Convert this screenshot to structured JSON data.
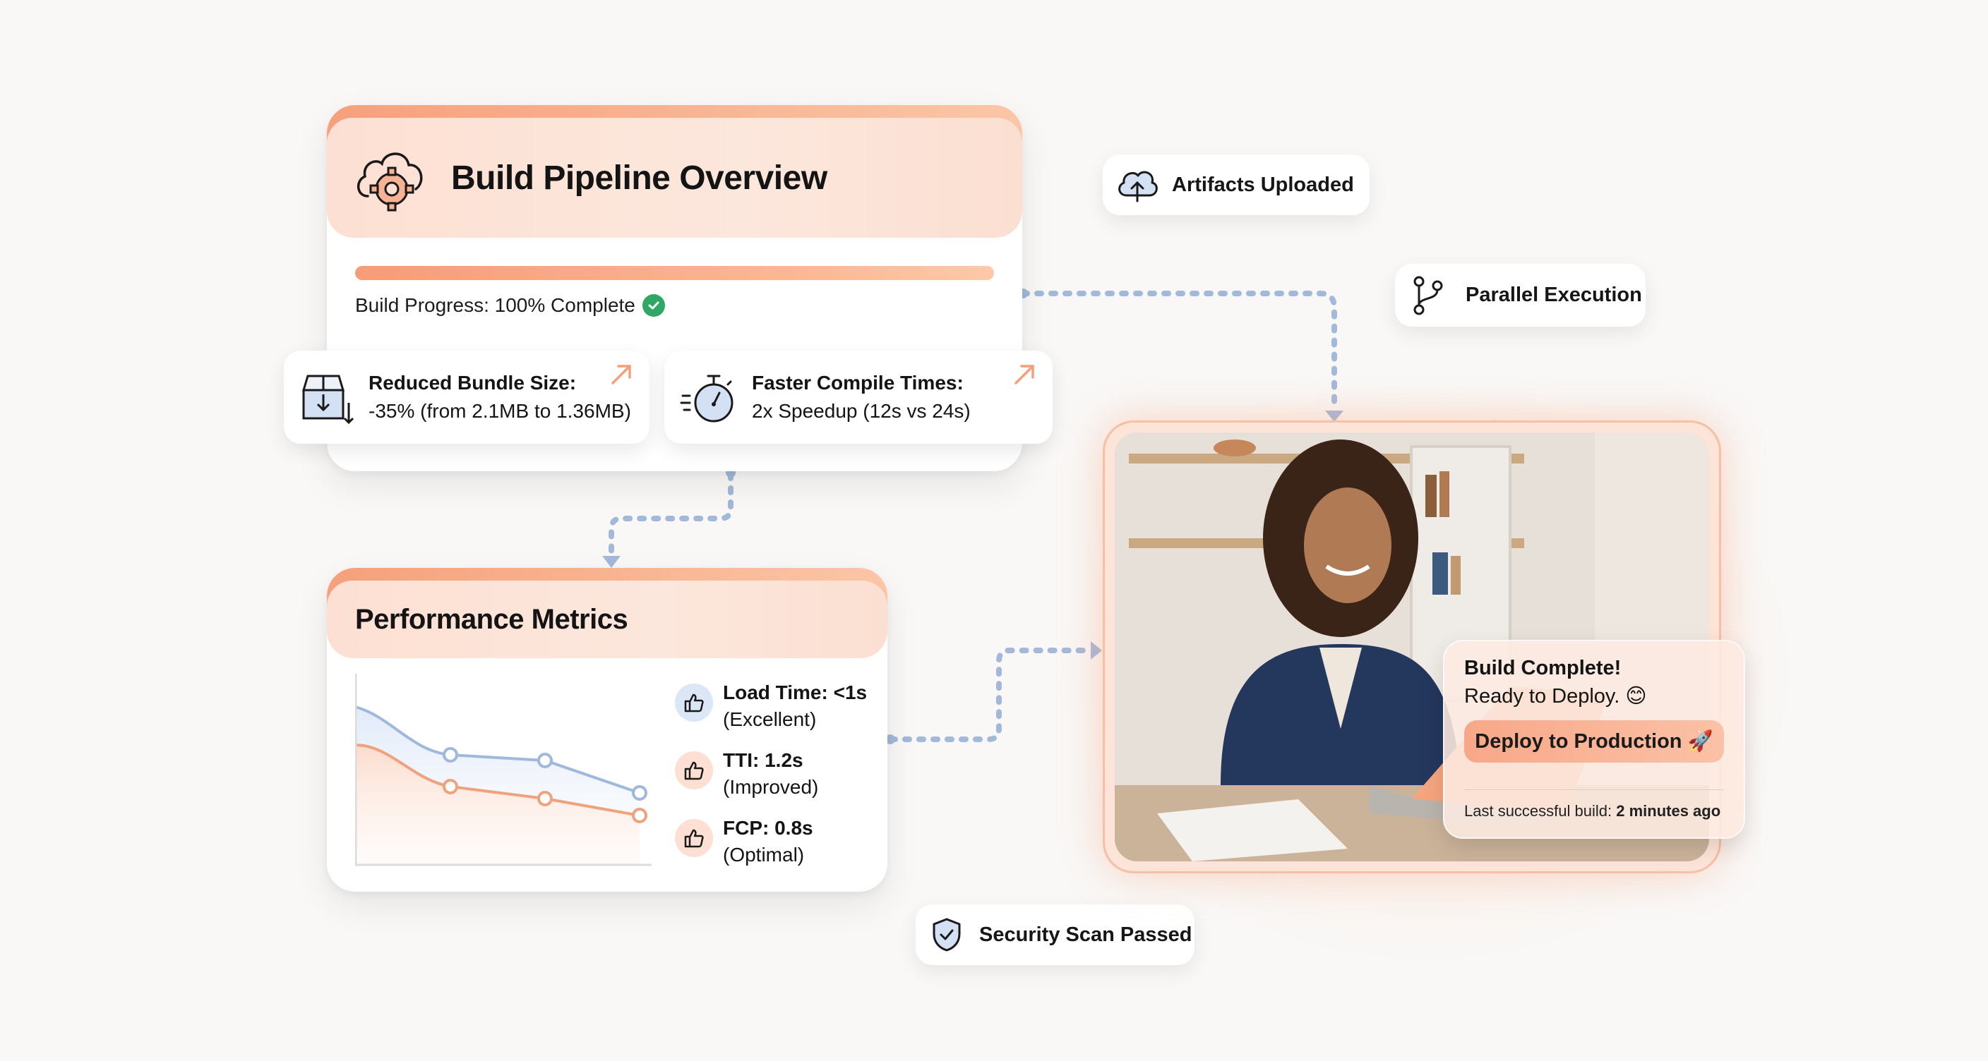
{
  "pipeline": {
    "title": "Build Pipeline Overview",
    "progress_label": "Build Progress: 100% Complete",
    "progress_percent": 100,
    "icon": "cloud-gear-icon"
  },
  "metrics": [
    {
      "label": "Reduced Bundle Size:",
      "value": "-35% (from 2.1MB to 1.36MB)",
      "icon": "box-download-icon",
      "trend": "arrow-up-right-icon"
    },
    {
      "label": "Faster Compile Times:",
      "value": "2x Speedup (12s vs 24s)",
      "icon": "stopwatch-icon",
      "trend": "arrow-up-right-icon"
    }
  ],
  "badges": {
    "artifacts": {
      "label": "Artifacts Uploaded",
      "icon": "cloud-upload-icon"
    },
    "parallel": {
      "label": "Parallel Execution",
      "icon": "git-branch-icon"
    },
    "security": {
      "label": "Security Scan Passed",
      "icon": "shield-check-icon"
    }
  },
  "performance": {
    "title": "Performance Metrics",
    "items": [
      {
        "label": "Load Time: <1s",
        "status": "(Excellent)",
        "icon": "thumbs-up-icon",
        "color": "#dbe6f6"
      },
      {
        "label": "TTI: 1.2s",
        "status": "(Improved)",
        "icon": "thumbs-up-icon",
        "color": "#fde0d3"
      },
      {
        "label": "FCP: 0.8s",
        "status": "(Optimal)",
        "icon": "thumbs-up-icon",
        "color": "#fde0d3"
      }
    ]
  },
  "chart_data": {
    "type": "area",
    "title": "",
    "xlabel": "",
    "ylabel": "",
    "x": [
      0,
      1,
      2,
      3
    ],
    "series": [
      {
        "name": "blue-series",
        "color": "#9fb8dc",
        "values": [
          0.83,
          0.57,
          0.53,
          0.36
        ]
      },
      {
        "name": "orange-series",
        "color": "#f0a27e",
        "values": [
          0.63,
          0.4,
          0.33,
          0.24
        ]
      }
    ],
    "ylim": [
      0,
      1
    ],
    "grid": false,
    "legend": "none"
  },
  "toast": {
    "title": "Build Complete!",
    "subtitle": "Ready to Deploy. 😊",
    "button": "Deploy to Production 🚀",
    "footer_prefix": "Last successful build: ",
    "footer_value": "2 minutes ago"
  },
  "colors": {
    "accent": "#f69c78",
    "accent_light": "#fde0d3",
    "connector": "#a3b9d9",
    "success": "#2ea864"
  }
}
